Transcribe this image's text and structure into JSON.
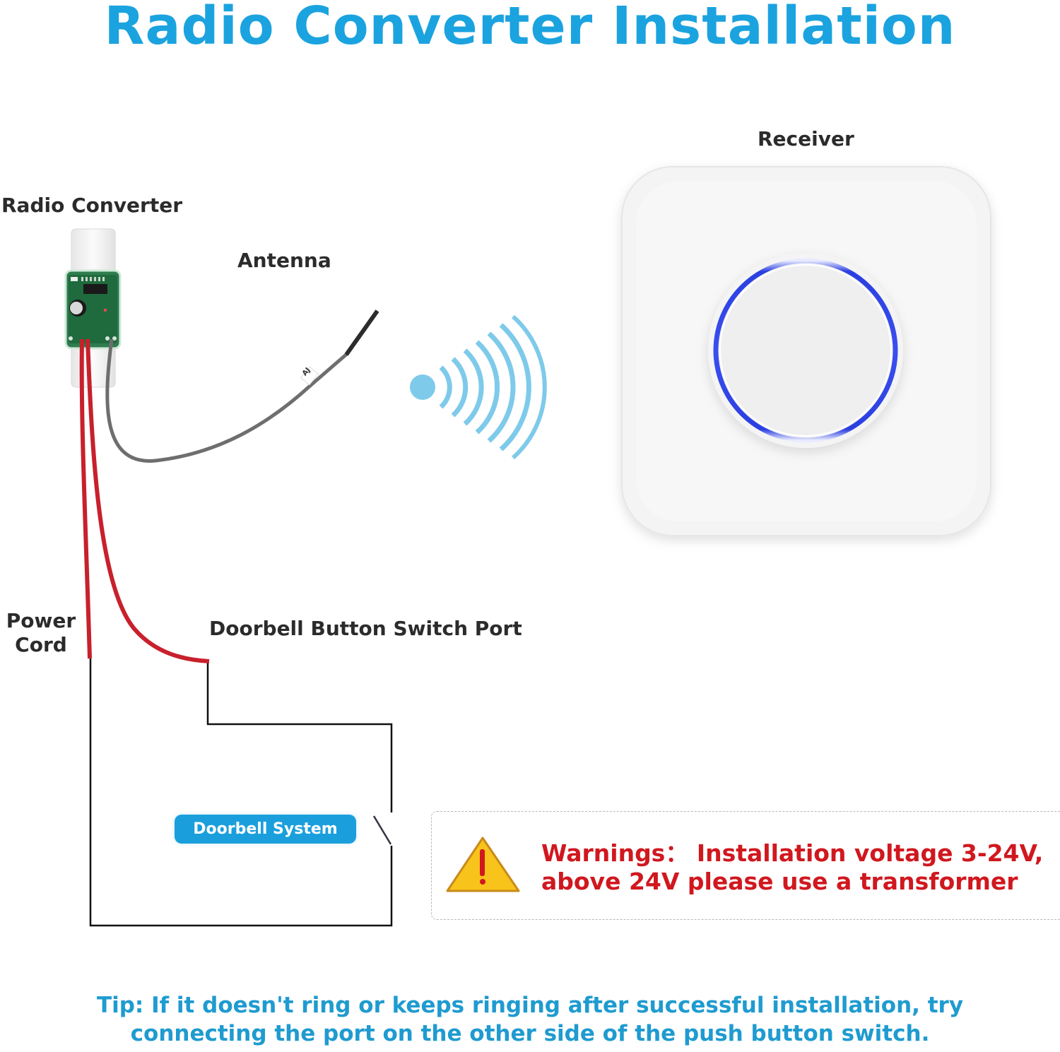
{
  "header": {
    "title": "Radio Converter Installation"
  },
  "labels": {
    "radio_converter": "Radio Converter",
    "antenna": "Antenna",
    "antenna_tag": "AJ",
    "receiver": "Receiver",
    "power_cord_line1": "Power",
    "power_cord_line2": "Cord",
    "switch_port": "Doorbell Button Switch Port",
    "doorbell_system": "Doorbell System"
  },
  "warning": {
    "icon": "warning-triangle-icon",
    "line1": "Warnings： Installation voltage 3-24V,",
    "line2": "above 24V please use a transformer"
  },
  "tip": {
    "line1": "Tip: If it doesn't ring or keeps ringing after successful installation, try",
    "line2": "connecting the port on the other side of the push button switch."
  },
  "icons": {
    "signal": "wireless-signal-icon",
    "receiver": "receiver-device-icon",
    "converter": "radio-converter-board-icon"
  },
  "colors": {
    "title": "#1ba3df",
    "wire_red": "#c8202c",
    "antenna_gray": "#6b6b6b",
    "signal_blue": "#7ecaea",
    "ring_blue": "#2b3fe0",
    "warning_red": "#d0181f",
    "warning_yellow": "#f8c31a",
    "badge_blue": "#1a9fdc",
    "tip_blue": "#1f9bd0"
  }
}
